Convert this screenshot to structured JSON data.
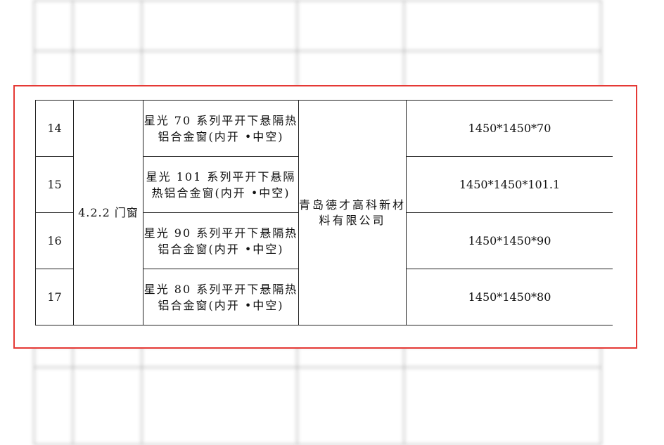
{
  "rows": [
    {
      "no": "14",
      "product": "星光 70 系列平开下悬隔热铝合金窗(内开 •中空)",
      "spec": "1450*1450*70"
    },
    {
      "no": "15",
      "product": "星光 101 系列平开下悬隔热铝合金窗(内开 •中空)",
      "spec": "1450*1450*101.1"
    },
    {
      "no": "16",
      "product": "星光 90 系列平开下悬隔热铝合金窗(内开 •中空)",
      "spec": "1450*1450*90"
    },
    {
      "no": "17",
      "product": "星光 80 系列平开下悬隔热铝合金窗(内开 •中空)",
      "spec": "1450*1450*80"
    }
  ],
  "category": "4.2.2 门窗",
  "company": "青岛德才高科新材料有限公司",
  "colors": {
    "highlight": "#e53935",
    "grid": "#222222"
  }
}
